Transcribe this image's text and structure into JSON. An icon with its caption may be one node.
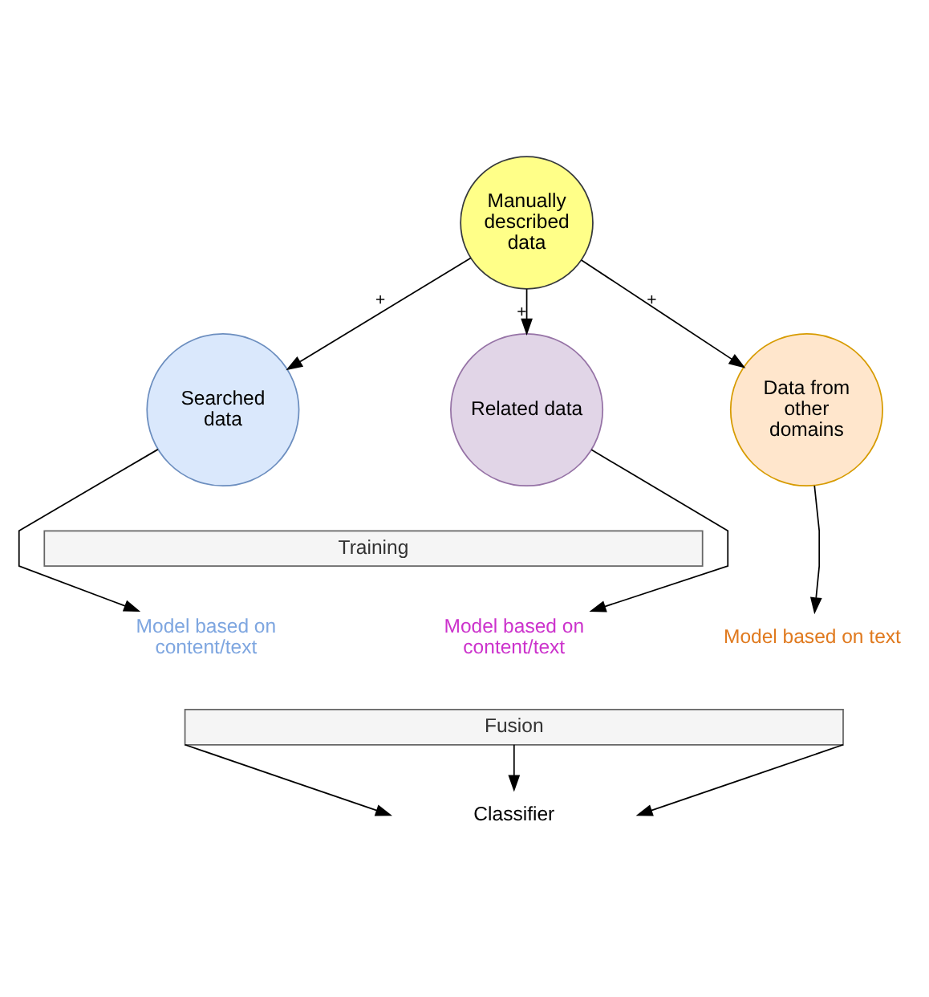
{
  "diagram": {
    "nodes": [
      {
        "text": [
          "Manually described data"
        ]
      },
      {
        "text": [
          "Searched data"
        ]
      },
      {
        "text": [
          "Related data"
        ]
      },
      {
        "text": [
          "Data from other domains"
        ]
      },
      {
        "text": [
          "Training"
        ]
      },
      {
        "text": [
          "Model based on content/text"
        ]
      },
      {
        "text": [
          "Model based on content/text"
        ]
      },
      {
        "text": [
          "Model based on text"
        ]
      },
      {
        "text": [
          "Fusion"
        ]
      },
      {
        "text": [
          "Classifier"
        ]
      }
    ],
    "edges": [
      {
        "from": 0,
        "to": 1,
        "arrow": "to",
        "label": "+"
      },
      {
        "from": 0,
        "to": 2,
        "arrow": "to",
        "label": "+"
      },
      {
        "from": 0,
        "to": 3,
        "arrow": "to",
        "label": "+"
      },
      {
        "from": 1,
        "to": 5,
        "arrow": "to"
      },
      {
        "from": 2,
        "to": 6,
        "arrow": "to"
      },
      {
        "from": 3,
        "to": 7,
        "arrow": "to"
      },
      {
        "from": 8,
        "to": 9,
        "arrow": "to"
      },
      {
        "from": 8,
        "to": 9,
        "arrow": "to"
      },
      {
        "from": 8,
        "to": 9,
        "arrow": "to"
      }
    ]
  }
}
